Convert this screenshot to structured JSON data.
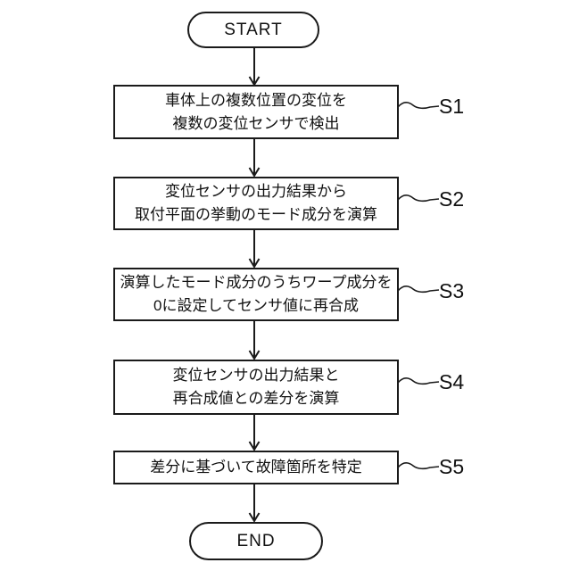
{
  "flowchart": {
    "title_semantic": "fault-detection-flowchart",
    "start_label": "START",
    "end_label": "END",
    "steps": [
      {
        "id": "S1",
        "lines": [
          "車体上の複数位置の変位を",
          "複数の変位センサで検出"
        ]
      },
      {
        "id": "S2",
        "lines": [
          "変位センサの出力結果から",
          "取付平面の挙動のモード成分を演算"
        ]
      },
      {
        "id": "S3",
        "lines": [
          "演算したモード成分のうちワープ成分を",
          "0に設定してセンサ値に再合成"
        ]
      },
      {
        "id": "S4",
        "lines": [
          "変位センサの出力結果と",
          "再合成値との差分を演算"
        ]
      },
      {
        "id": "S5",
        "lines": [
          "差分に基づいて故障箇所を特定"
        ]
      }
    ],
    "colors": {
      "line": "#1a1a1a",
      "background": "#ffffff"
    }
  }
}
